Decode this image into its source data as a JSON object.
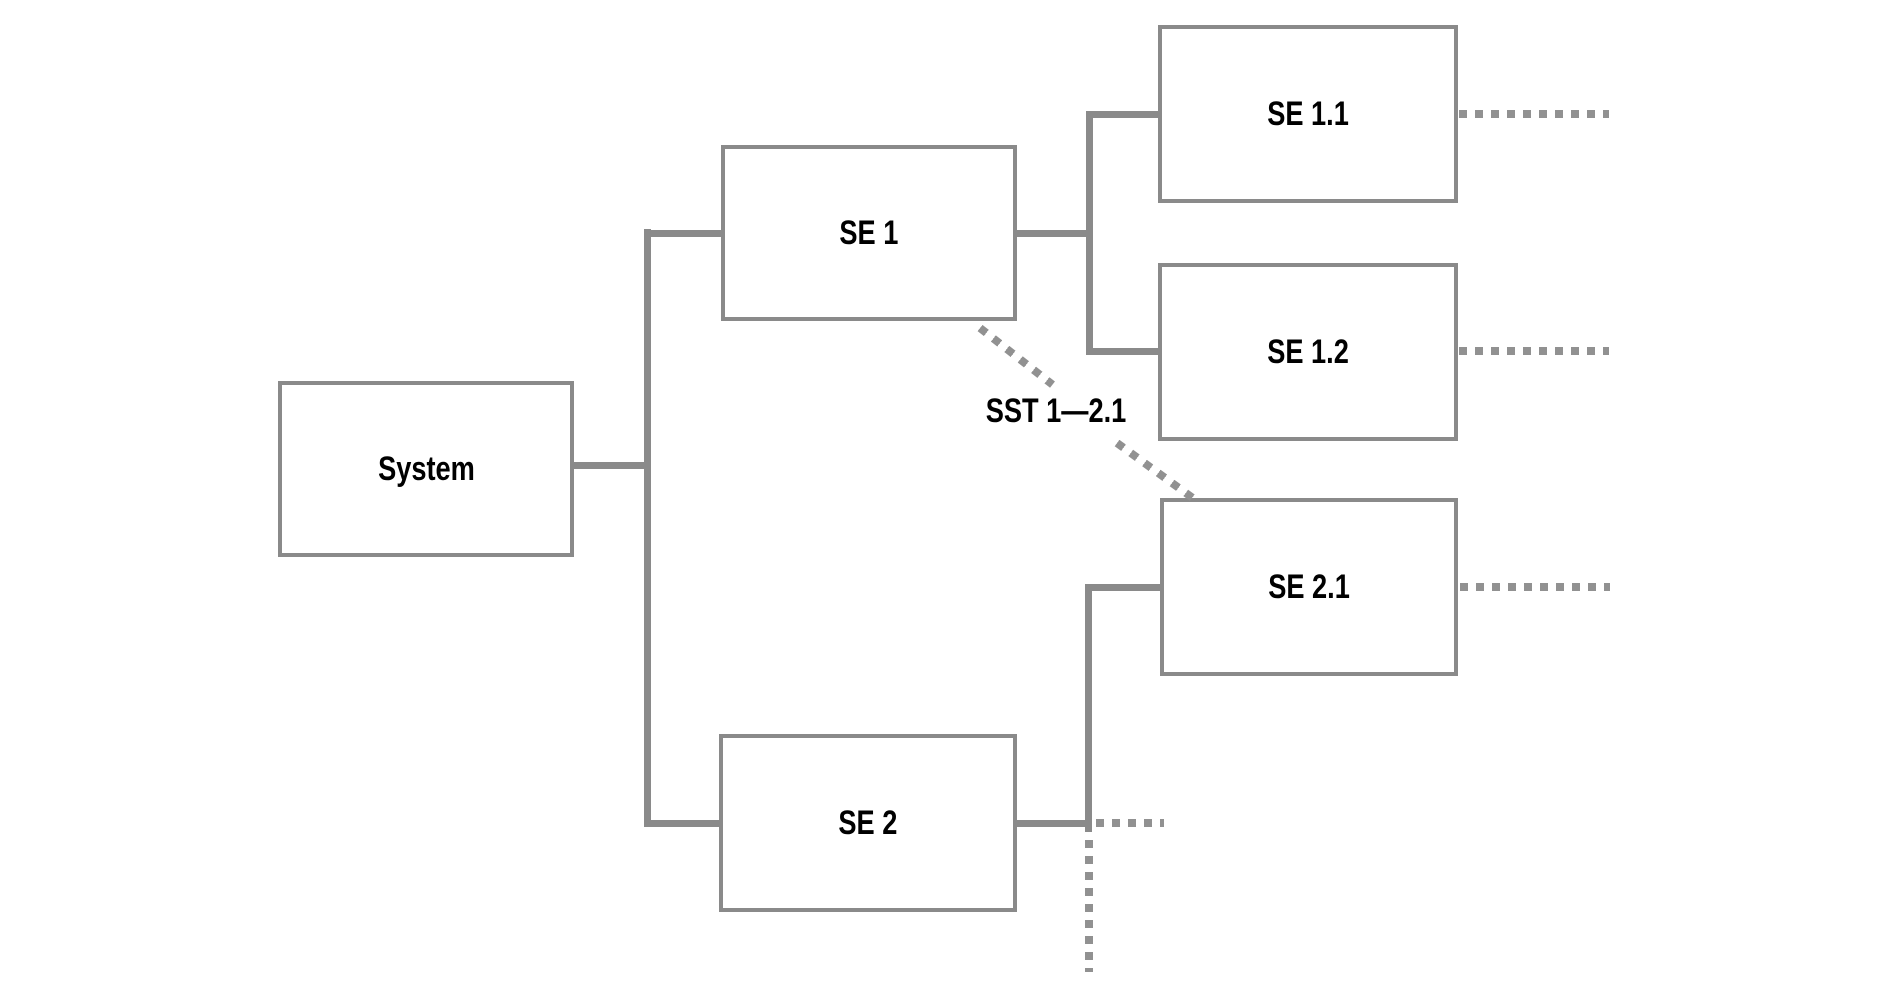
{
  "diagram": {
    "boxes": {
      "system": {
        "label": "System"
      },
      "se1": {
        "label": "SE 1"
      },
      "se2": {
        "label": "SE 2"
      },
      "se11": {
        "label": "SE 1.1"
      },
      "se12": {
        "label": "SE 1.2"
      },
      "se21": {
        "label": "SE 2.1"
      }
    },
    "edge_label": "SST 1—2.1",
    "colors": {
      "line": "#8a8a8a",
      "dotted": "#919191",
      "text": "#000000",
      "box_fill": "#ffffff",
      "background": "#ffffff"
    }
  }
}
